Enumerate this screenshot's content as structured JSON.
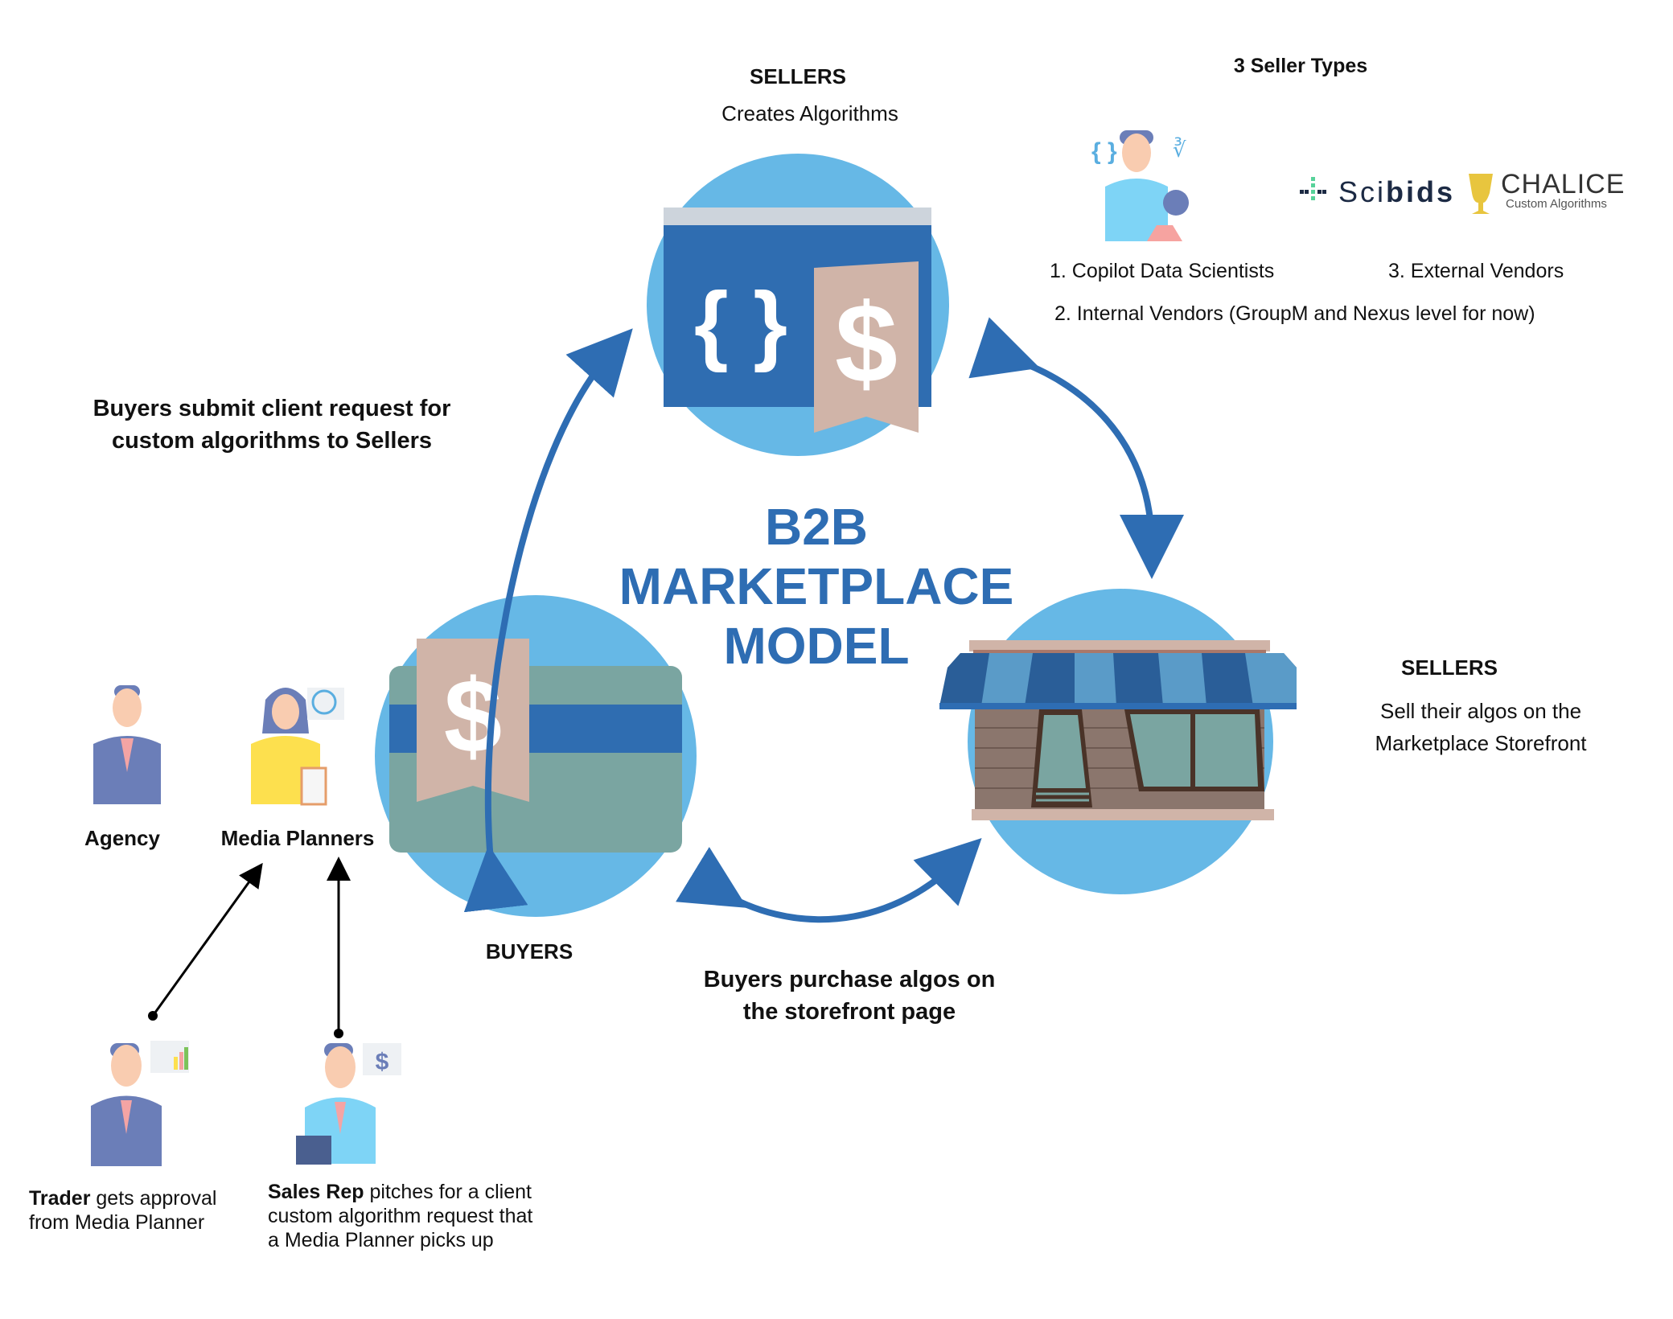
{
  "diagram": {
    "title_lines": [
      "B2B",
      "MARKETPLACE",
      "MODEL"
    ],
    "colors": {
      "title": "#2e6db3",
      "circle": "#66b8e6",
      "arrow": "#2e6db3",
      "window": "#2f6db1",
      "tag": "#d0b4a8",
      "card": "#7aa5a1"
    },
    "sellers_top": {
      "heading": "SELLERS",
      "subtext": "Creates Algorithms"
    },
    "seller_types": {
      "heading": "3 Seller Types",
      "items": [
        "1. Copilot Data Scientists",
        "2. Internal Vendors (GroupM and Nexus level for now)",
        "3. External Vendors"
      ],
      "logos": {
        "scibids": {
          "text_light": "Sci",
          "text_bold": "bids"
        },
        "chalice": {
          "name": "CHALICE",
          "tagline": "Custom Algorithms"
        }
      }
    },
    "sellers_right": {
      "heading": "SELLERS",
      "lines": [
        "Sell their algos on the",
        "Marketplace Storefront"
      ]
    },
    "buyers": {
      "heading": "BUYERS"
    },
    "flows": {
      "buyers_to_sellers": [
        "Buyers submit client request for",
        "custom algorithms to Sellers"
      ],
      "purchase": [
        "Buyers purchase algos on",
        "the storefront page"
      ]
    },
    "roles": {
      "agency": "Agency",
      "media_planners": "Media Planners",
      "trader": {
        "bold": "Trader",
        "rest_line1": " gets approval",
        "line2": "from Media Planner"
      },
      "sales_rep": {
        "bold": "Sales Rep",
        "rest_line1": " pitches for a client",
        "line2": "custom algorithm request that",
        "line3": "a Media Planner picks up"
      }
    }
  }
}
